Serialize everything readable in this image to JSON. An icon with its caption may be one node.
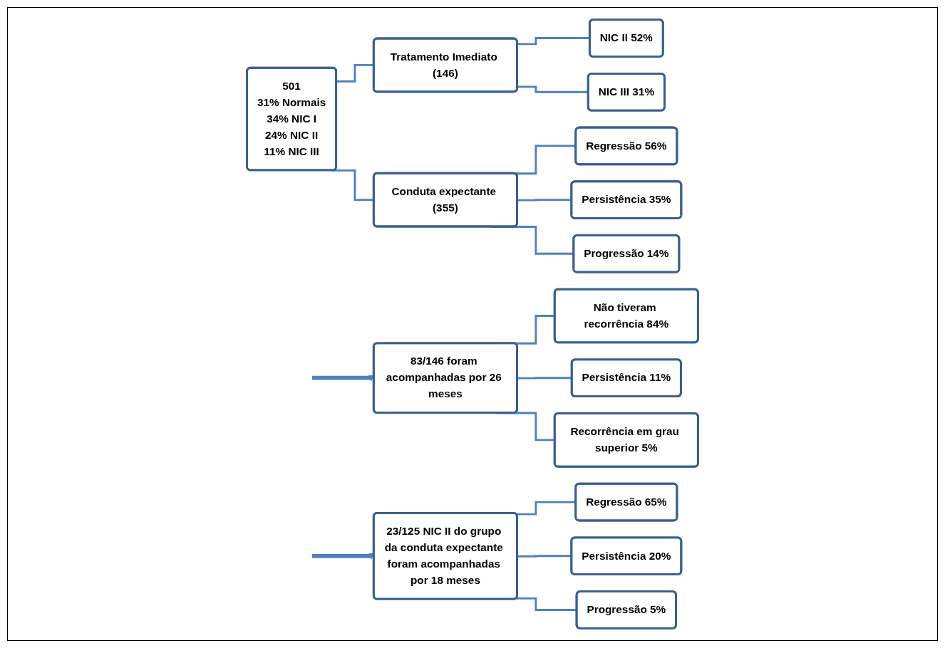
{
  "diagram": {
    "nodes": [
      {
        "text": [
          "501",
          "31% Normais",
          "34% NIC I",
          "24% NIC II",
          "11% NIC III"
        ]
      },
      {
        "text": [
          "Tratamento Imediato (146)"
        ]
      },
      {
        "text": [
          "NIC II 52%"
        ]
      },
      {
        "text": [
          "NIC III 31%"
        ]
      },
      {
        "text": [
          "83/146 foram acompanhadas por 26 meses"
        ]
      },
      {
        "text": [
          "Não tiveram recorrência 84%"
        ]
      },
      {
        "text": [
          "Persistência 11%"
        ]
      },
      {
        "text": [
          "Recorrência em grau superior 5%"
        ]
      },
      {
        "text": [
          "Conduta expectante (355)"
        ]
      },
      {
        "text": [
          "Regressão 56%"
        ]
      },
      {
        "text": [
          "Persistência 35%"
        ]
      },
      {
        "text": [
          "Progressão 14%"
        ]
      },
      {
        "text": [
          "23/125 NIC II do grupo da conduta expectante foram acompanhadas por 18 meses"
        ]
      },
      {
        "text": [
          "Regressão 65%"
        ]
      },
      {
        "text": [
          "Persistência 20%"
        ]
      },
      {
        "text": [
          "Progressão 5%"
        ]
      }
    ],
    "edges": [
      {
        "from": 0,
        "to": 1,
        "arrow": "none"
      },
      {
        "from": 0,
        "to": 8,
        "arrow": "none"
      },
      {
        "from": 1,
        "to": 2,
        "arrow": "none"
      },
      {
        "from": 1,
        "to": 3,
        "arrow": "none"
      },
      {
        "from": null,
        "to": 4,
        "arrow": "to",
        "style": "thick"
      },
      {
        "from": 4,
        "to": 5,
        "arrow": "none"
      },
      {
        "from": 4,
        "to": 6,
        "arrow": "none"
      },
      {
        "from": 4,
        "to": 7,
        "arrow": "none"
      },
      {
        "from": 8,
        "to": 9,
        "arrow": "none"
      },
      {
        "from": 8,
        "to": 10,
        "arrow": "none"
      },
      {
        "from": 8,
        "to": 11,
        "arrow": "none"
      },
      {
        "from": null,
        "to": 12,
        "arrow": "to",
        "style": "thick"
      },
      {
        "from": 12,
        "to": 13,
        "arrow": "none"
      },
      {
        "from": 12,
        "to": 14,
        "arrow": "none"
      },
      {
        "from": 12,
        "to": 15,
        "arrow": "none"
      }
    ]
  }
}
